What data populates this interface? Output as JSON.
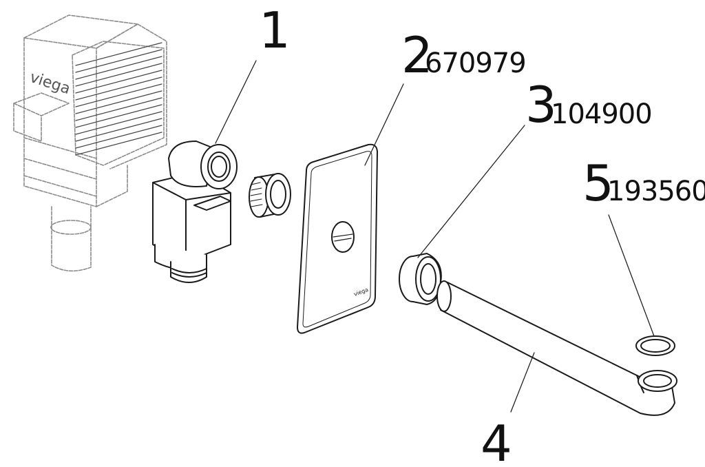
{
  "diagram": {
    "brand_logo": "viega",
    "callouts": [
      {
        "number": "1",
        "article": ""
      },
      {
        "number": "2",
        "article": "670979"
      },
      {
        "number": "3",
        "article": "104900"
      },
      {
        "number": "4",
        "article": ""
      },
      {
        "number": "5",
        "article": "193560"
      }
    ],
    "colors": {
      "line": "#222222",
      "ghost": "#9a9a9a",
      "background": "#ffffff"
    }
  }
}
